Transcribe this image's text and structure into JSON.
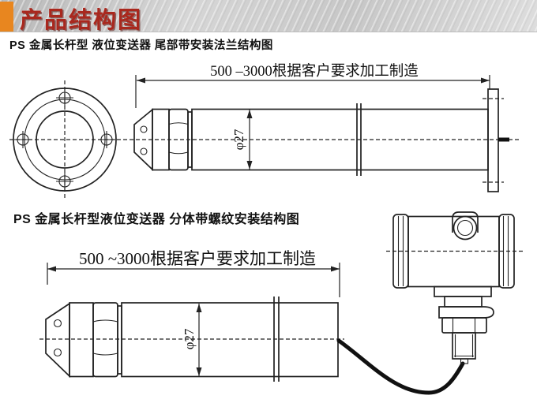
{
  "header": {
    "title": "产品结构图",
    "accent_color": "#E8861F",
    "title_color": "#A9281E"
  },
  "sections": [
    {
      "title": "PS 金属长杆型 液位变送器 尾部带安装法兰结构图",
      "dimension_label": "500 –3000根据客户要求加工制造",
      "diameter_label": "φ27"
    },
    {
      "title": "PS 金属长杆型液位变送器 分体带螺纹安装结构图",
      "dimension_label": "500 ~3000根据客户要求加工制造",
      "diameter_label": "φ27"
    }
  ]
}
